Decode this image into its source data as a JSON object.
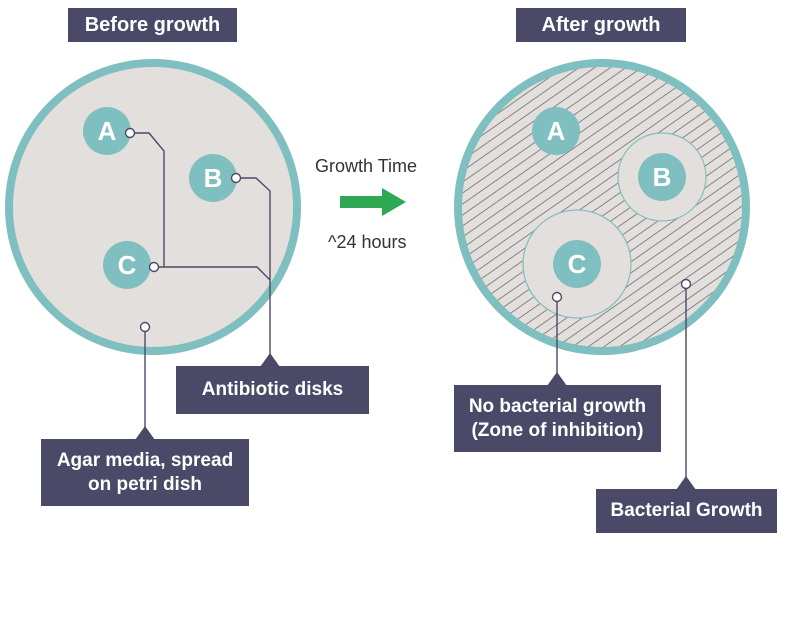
{
  "colors": {
    "label_bg": "#4a4a68",
    "dish_rim": "#7fbfbf",
    "agar": "#e3dfdc",
    "disk": "#7fbfbf",
    "hatch": "#6e6e6e",
    "arrow": "#2ea852",
    "leader": "#4a4a68"
  },
  "before": {
    "title": "Before growth",
    "disks": [
      "A",
      "B",
      "C"
    ],
    "labels": {
      "antibiotic": "Antibiotic disks",
      "agar_line1": "Agar media, spread",
      "agar_line2": "on petri dish"
    }
  },
  "middle": {
    "label_top": "Growth Time",
    "label_bottom": "^24 hours"
  },
  "after": {
    "title": "After growth",
    "disks": [
      "A",
      "B",
      "C"
    ],
    "labels": {
      "no_growth_line1": "No bacterial growth",
      "no_growth_line2": "(Zone of inhibition)",
      "growth": "Bacterial Growth"
    }
  }
}
